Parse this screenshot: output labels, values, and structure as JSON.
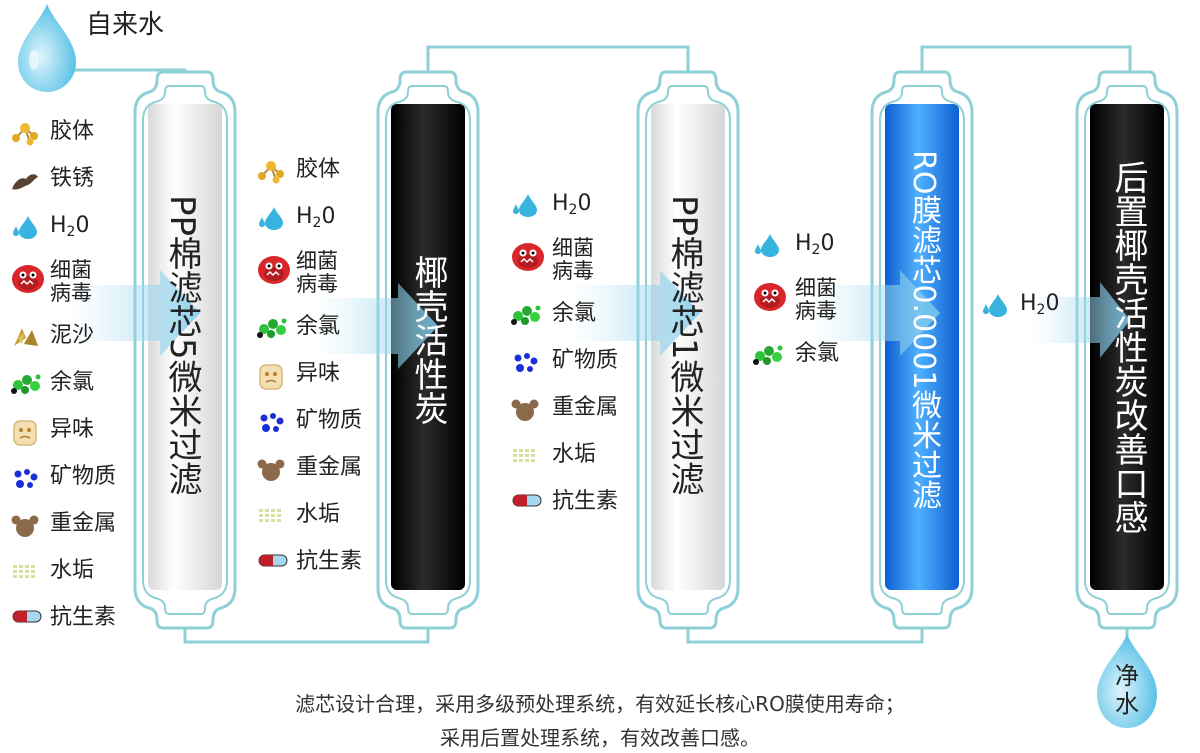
{
  "input_label": "自来水",
  "output_label": "净\n水",
  "output_chars": [
    "净",
    "水"
  ],
  "footer": {
    "line1": "滤芯设计合理，采用多级预处理系统，有效延长核心RO膜使用寿命；",
    "line2": "采用后置处理系统，有效改善口感。"
  },
  "stages": [
    {
      "name": "PP棉滤芯5微米过滤",
      "style": "white"
    },
    {
      "name": "椰壳活性炭",
      "style": "black"
    },
    {
      "name": "PP棉滤芯1微米过滤",
      "style": "white"
    },
    {
      "name": "RO膜滤芯0.0001微米过滤",
      "style": "blue"
    },
    {
      "name": "后置椰壳活性炭改善口感",
      "style": "black"
    }
  ],
  "contaminants": {
    "col0": [
      {
        "label": "胶体",
        "icon": "colloid-icon"
      },
      {
        "label": "铁锈",
        "icon": "rust-icon"
      },
      {
        "label": "H20",
        "icon": "water-drop-icon"
      },
      {
        "label": "细菌病毒",
        "icon": "bacteria-icon"
      },
      {
        "label": "泥沙",
        "icon": "sand-icon"
      },
      {
        "label": "余氯",
        "icon": "chlorine-icon"
      },
      {
        "label": "异味",
        "icon": "odor-icon"
      },
      {
        "label": "矿物质",
        "icon": "mineral-icon"
      },
      {
        "label": "重金属",
        "icon": "heavy-metal-icon"
      },
      {
        "label": "水垢",
        "icon": "scale-icon"
      },
      {
        "label": "抗生素",
        "icon": "antibiotic-icon"
      }
    ],
    "col1": [
      {
        "label": "胶体",
        "icon": "colloid-icon"
      },
      {
        "label": "H20",
        "icon": "water-drop-icon"
      },
      {
        "label": "细菌病毒",
        "icon": "bacteria-icon"
      },
      {
        "label": "余氯",
        "icon": "chlorine-icon"
      },
      {
        "label": "异味",
        "icon": "odor-icon"
      },
      {
        "label": "矿物质",
        "icon": "mineral-icon"
      },
      {
        "label": "重金属",
        "icon": "heavy-metal-icon"
      },
      {
        "label": "水垢",
        "icon": "scale-icon"
      },
      {
        "label": "抗生素",
        "icon": "antibiotic-icon"
      }
    ],
    "col2": [
      {
        "label": "H20",
        "icon": "water-drop-icon"
      },
      {
        "label": "细菌病毒",
        "icon": "bacteria-icon"
      },
      {
        "label": "余氯",
        "icon": "chlorine-icon"
      },
      {
        "label": "矿物质",
        "icon": "mineral-icon"
      },
      {
        "label": "重金属",
        "icon": "heavy-metal-icon"
      },
      {
        "label": "水垢",
        "icon": "scale-icon"
      },
      {
        "label": "抗生素",
        "icon": "antibiotic-icon"
      }
    ],
    "col3": [
      {
        "label": "H20",
        "icon": "water-drop-icon"
      },
      {
        "label": "细菌病毒",
        "icon": "bacteria-icon"
      },
      {
        "label": "余氯",
        "icon": "chlorine-icon"
      }
    ],
    "col4": [
      {
        "label": "H20",
        "icon": "water-drop-icon"
      }
    ]
  },
  "colors": {
    "pipe": "#8fd0d6",
    "housing_fill": "#ffffff",
    "arrow": "#8fd0e8",
    "blue_core": "#1e7fe0",
    "black_core": "#141414",
    "white_core": "#efefef",
    "drop": "#5cc6e6"
  }
}
